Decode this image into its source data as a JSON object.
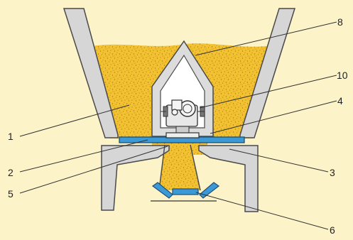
{
  "diagram": {
    "colors": {
      "background": "#fdf3c8",
      "wall_fill": "#d6d6d6",
      "wall_stroke": "#4a4a4a",
      "material": "#f2c233",
      "material_dots": "#b07d10",
      "plate": "#3b9ad6",
      "machine": "#dcdcdc",
      "line": "#333333"
    },
    "labels": {
      "l1": "1",
      "l2": "2",
      "l3": "3",
      "l4": "4",
      "l5": "5",
      "l6": "6",
      "l8": "8",
      "l10": "10"
    }
  }
}
